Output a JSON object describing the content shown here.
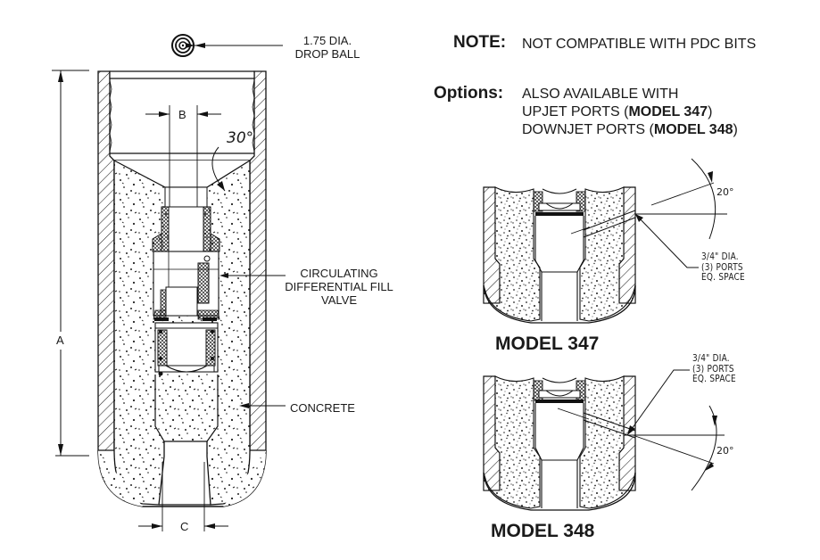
{
  "main_drawing": {
    "drop_ball_label": [
      "1.75 DIA.",
      "DROP BALL"
    ],
    "dimension_a": "A",
    "dimension_b": "B",
    "dimension_c": "C",
    "taper_angle": "30°",
    "valve_label": [
      "CIRCULATING",
      "DIFFERENTIAL FILL",
      "VALVE"
    ],
    "concrete_label": "CONCRETE"
  },
  "note": {
    "key": "NOTE:",
    "text": "NOT COMPATIBLE WITH PDC BITS"
  },
  "options": {
    "key": "Options:",
    "line1": "ALSO AVAILABLE WITH",
    "line2_prefix": "UPJET PORTS (",
    "line2_model": "MODEL 347",
    "line2_suffix": ")",
    "line3_prefix": "DOWNJET PORTS (",
    "line3_model": "MODEL 348",
    "line3_suffix": ")"
  },
  "detail_347": {
    "title": "MODEL 347",
    "angle": "20°",
    "port_label": [
      "3/4\" DIA.",
      "(3) PORTS",
      "EQ. SPACE"
    ]
  },
  "detail_348": {
    "title": "MODEL 348",
    "angle": "20°",
    "port_label": [
      "3/4\" DIA.",
      "(3) PORTS",
      "EQ. SPACE"
    ]
  }
}
